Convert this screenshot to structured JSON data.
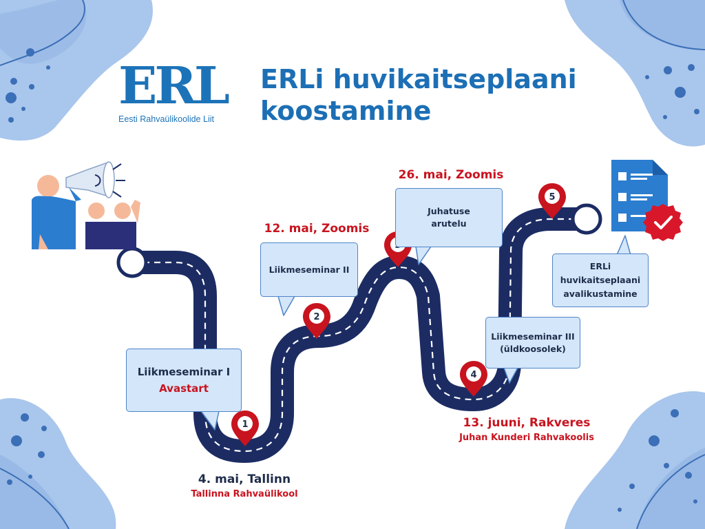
{
  "logo": {
    "mark": "ERL",
    "subtitle": "Eesti Rahvaülikoolide Liit"
  },
  "title": {
    "line1": "ERLi huvikaitseplaani",
    "line2": "koostamine"
  },
  "steps": [
    {
      "number": "1",
      "bubble": "Liikmeseminar I",
      "bubble_sub": "Avastart",
      "date": "4. mai, Tallinn",
      "place": "Tallinna Rahvaülikool"
    },
    {
      "number": "2",
      "bubble": "Liikmeseminar II",
      "date": "12. mai, Zoomis"
    },
    {
      "number": "3",
      "bubble_l1": "Juhatuse",
      "bubble_l2": "arutelu",
      "date": "26. mai, Zoomis"
    },
    {
      "number": "4",
      "bubble_l1": "Liikmeseminar III",
      "bubble_l2": "(üldkoosolek)",
      "date": "13. juuni, Rakveres",
      "place": "Juhan Kunderi Rahvakoolis"
    },
    {
      "number": "5",
      "bubble_l1": "ERLi",
      "bubble_l2": "huvikaitseplaani",
      "bubble_l3": "avalikustamine"
    }
  ],
  "colors": {
    "road": "#1c2c63",
    "pin": "#c8141f",
    "accent": "#1c6fb5",
    "bubble": "#d3e6fa",
    "blob": "#a9c6ec"
  },
  "icons": [
    "megaphone-icon",
    "people-icon",
    "document-checklist-icon",
    "checkmark-badge-icon",
    "location-pin-icon"
  ]
}
